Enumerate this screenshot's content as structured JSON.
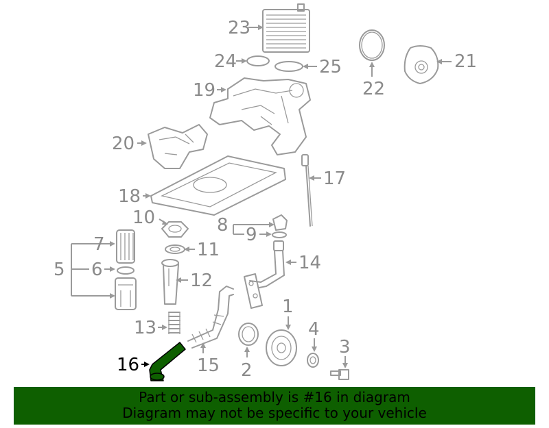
{
  "callouts": [
    {
      "id": "23",
      "label": "23"
    },
    {
      "id": "24",
      "label": "24"
    },
    {
      "id": "25",
      "label": "25"
    },
    {
      "id": "22",
      "label": "22"
    },
    {
      "id": "21",
      "label": "21"
    },
    {
      "id": "19",
      "label": "19"
    },
    {
      "id": "20",
      "label": "20"
    },
    {
      "id": "17",
      "label": "17"
    },
    {
      "id": "18",
      "label": "18"
    },
    {
      "id": "10",
      "label": "10"
    },
    {
      "id": "8",
      "label": "8"
    },
    {
      "id": "9",
      "label": "9"
    },
    {
      "id": "7",
      "label": "7"
    },
    {
      "id": "11",
      "label": "11"
    },
    {
      "id": "5",
      "label": "5"
    },
    {
      "id": "6",
      "label": "6"
    },
    {
      "id": "14",
      "label": "14"
    },
    {
      "id": "12",
      "label": "12"
    },
    {
      "id": "1",
      "label": "1"
    },
    {
      "id": "13",
      "label": "13"
    },
    {
      "id": "4",
      "label": "4"
    },
    {
      "id": "3",
      "label": "3"
    },
    {
      "id": "16",
      "label": "16"
    },
    {
      "id": "15",
      "label": "15"
    },
    {
      "id": "2",
      "label": "2"
    }
  ],
  "highlighted_part": "16",
  "highlight_color": "#0e5f00",
  "banner": {
    "line1": "Part or sub-assembly is #16 in diagram",
    "line2": "Diagram may not be specific to your vehicle"
  }
}
